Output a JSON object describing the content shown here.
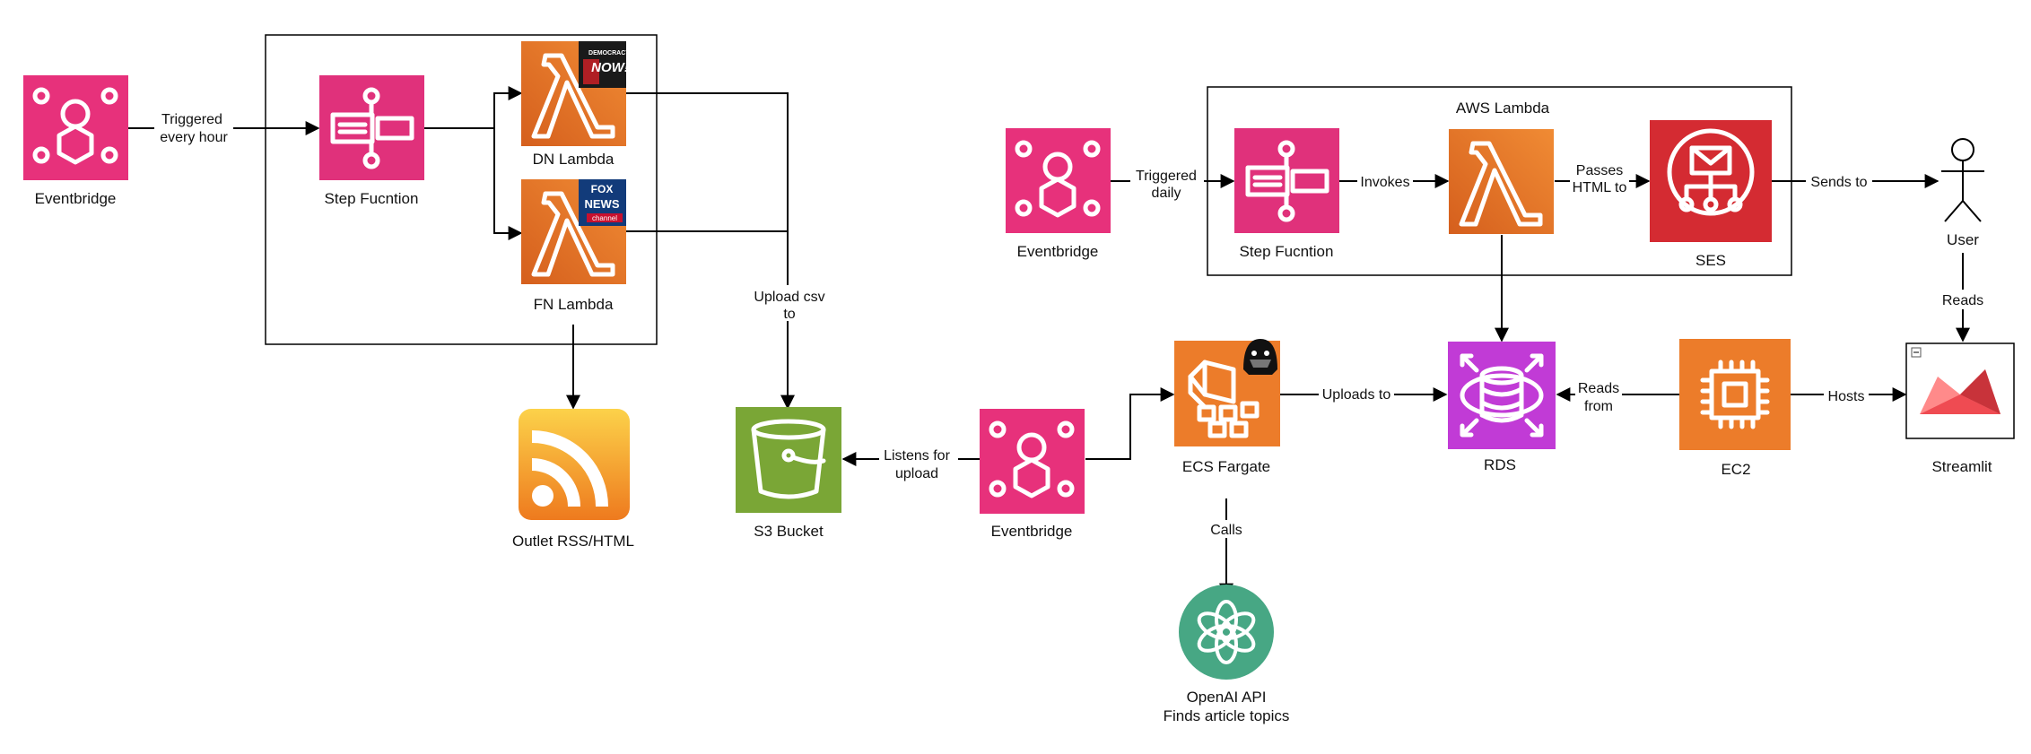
{
  "groups": {
    "left_group_label": "",
    "aws_lambda_group_label": "AWS Lambda"
  },
  "nodes": {
    "eventbridge_1": "Eventbridge",
    "step_function_1": "Step Fucntion",
    "dn_lambda": "DN Lambda",
    "fn_lambda": "FN Lambda",
    "outlet_rss": "Outlet RSS/HTML",
    "s3_bucket": "S3 Bucket",
    "eventbridge_2": "Eventbridge",
    "eventbridge_3": "Eventbridge",
    "step_function_2": "Step Fucntion",
    "ses": "SES",
    "user": "User",
    "ecs_fargate": "ECS Fargate",
    "rds": "RDS",
    "ec2": "EC2",
    "streamlit": "Streamlit",
    "openai_line1": "OpenAI API",
    "openai_line2": "Finds article topics"
  },
  "badges": {
    "dn_badge_line1": "DEMOCRACY",
    "dn_badge_line2": "NOW!",
    "fn_badge_line1": "FOX",
    "fn_badge_line2": "NEWS",
    "fn_badge_line3": "channel"
  },
  "edges": {
    "triggered_every_hour_1": "Triggered",
    "triggered_every_hour_2": "every hour",
    "upload_csv_1": "Upload csv",
    "upload_csv_2": "to",
    "listens_for_upload_1": "Listens for",
    "listens_for_upload_2": "upload",
    "triggered_daily_1": "Triggered",
    "triggered_daily_2": "daily",
    "invokes": "Invokes",
    "passes_html_1": "Passes",
    "passes_html_2": "HTML to",
    "sends_to": "Sends to",
    "reads": "Reads",
    "uploads_to": "Uploads to",
    "reads_from_1": "Reads",
    "reads_from_2": "from",
    "hosts": "Hosts",
    "calls": "Calls"
  },
  "colors": {
    "eventbridge": "#e7317b",
    "step_function": "#e0317b",
    "lambda": "#e87a2e",
    "s3": "#7aa636",
    "ses": "#d42b32",
    "rds": "#c13bd6",
    "ec2": "#ec7c2a",
    "openai": "#47a784",
    "rss": "#f29a2a",
    "streamlit": "#ef4b52"
  },
  "icons": {
    "eventbridge": "eventbridge-icon",
    "step_function": "step-function-icon",
    "lambda": "lambda-icon",
    "s3": "s3-bucket-icon",
    "ses": "ses-email-icon",
    "rds": "rds-database-icon",
    "ec2": "ec2-chip-icon",
    "ecs": "ecs-fargate-icon",
    "openai": "openai-icon",
    "rss": "rss-feed-icon",
    "streamlit": "streamlit-icon",
    "user": "user-actor-icon"
  }
}
